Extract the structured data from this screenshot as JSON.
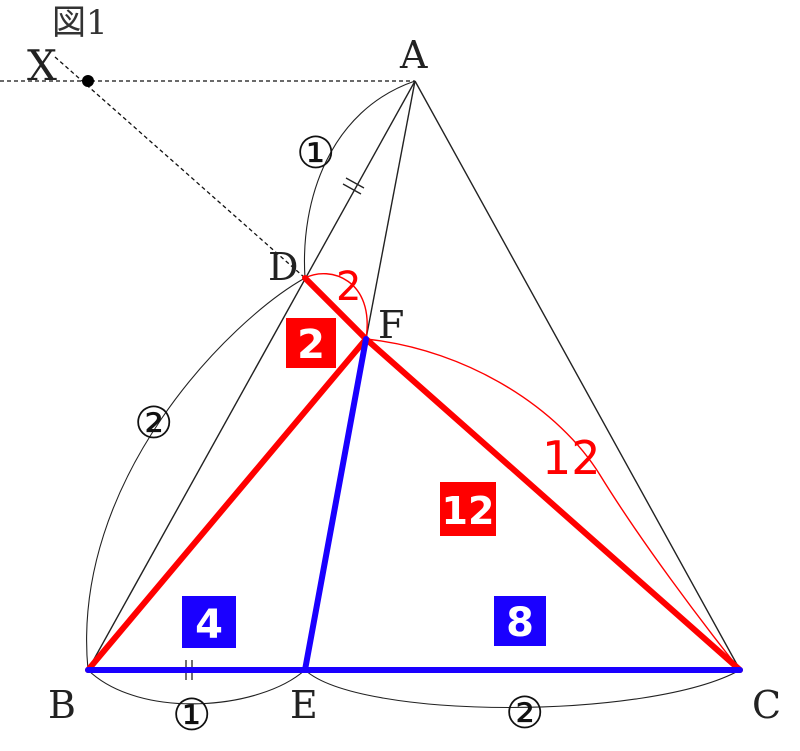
{
  "figure": {
    "label": "図1"
  },
  "points": {
    "A": "A",
    "B": "B",
    "C": "C",
    "D": "D",
    "E": "E",
    "F": "F",
    "X": "X"
  },
  "ratios": {
    "ad": "①",
    "db": "②",
    "be": "①",
    "ec": "②"
  },
  "lengths": {
    "df": "2",
    "fc": "12"
  },
  "areas": {
    "bdf": "2",
    "fec": "12",
    "bfe": "4",
    "fec_blue": "8"
  },
  "colors": {
    "red": "#ff0000",
    "blue": "#1a00ff",
    "black": "#222222"
  }
}
